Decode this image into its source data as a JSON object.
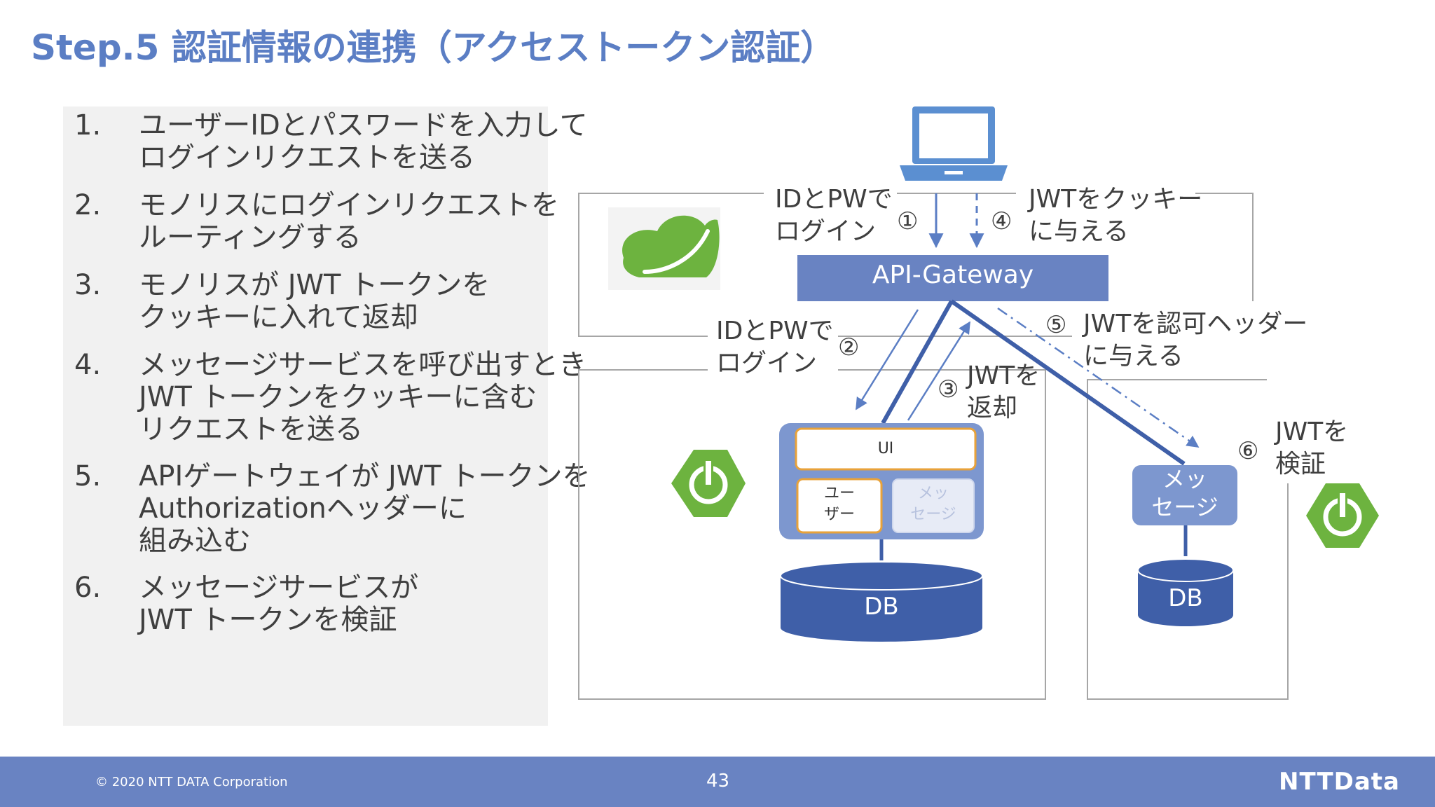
{
  "title": "Step.5 認証情報の連携（アクセストークン認証）",
  "steps": [
    {
      "num": "1.",
      "lines": [
        "ユーザーIDとパスワードを入力して",
        "ログインリクエストを送る"
      ]
    },
    {
      "num": "2.",
      "lines": [
        "モノリスにログインリクエストを",
        "ルーティングする"
      ]
    },
    {
      "num": "3.",
      "lines": [
        "モノリスが JWT トークンを",
        "クッキーに入れて返却"
      ]
    },
    {
      "num": "4.",
      "lines": [
        "メッセージサービスを呼び出すとき",
        "JWT トークンをクッキーに含む",
        "リクエストを送る"
      ]
    },
    {
      "num": "5.",
      "lines": [
        "APIゲートウェイが JWT トークンを",
        "Authorizationヘッダーに",
        "組み込む"
      ]
    },
    {
      "num": "6.",
      "lines": [
        "メッセージサービスが",
        "JWT トークンを検証"
      ]
    }
  ],
  "diagram": {
    "gateway": "API-Gateway",
    "label1": [
      "IDとPWで",
      "ログイン"
    ],
    "num1": "①",
    "label4": [
      "JWTをクッキー",
      "に与える"
    ],
    "num4": "④",
    "label2": [
      "IDとPWで",
      "ログイン"
    ],
    "num2": "②",
    "label3": [
      "JWTを",
      "返却"
    ],
    "num3": "③",
    "label5": [
      "JWTを認可ヘッダー",
      "に与える"
    ],
    "num5": "⑤",
    "label6": [
      "JWTを",
      "検証"
    ],
    "num6": "⑥",
    "monolith": {
      "ui": "UI",
      "user": [
        "ユー",
        "ザー"
      ],
      "message": [
        "メッ",
        "セージ"
      ],
      "db": "DB"
    },
    "service": {
      "name": [
        "メッ",
        "セージ"
      ],
      "db": "DB"
    }
  },
  "colors": {
    "title": "#5b7ec4",
    "gateway": "#6983c2",
    "container": "#7d97cf",
    "db": "#3f5fa8",
    "arrow": "#5b7ec4",
    "spring_green": "#6db33f",
    "footer": "#6983c2"
  },
  "icons": [
    "laptop-icon",
    "spring-cloud-leaf-icon",
    "spring-boot-power-icon"
  ],
  "footer": {
    "copyright": "© 2020 NTT DATA Corporation",
    "page": "43",
    "logo": "NTTData"
  }
}
